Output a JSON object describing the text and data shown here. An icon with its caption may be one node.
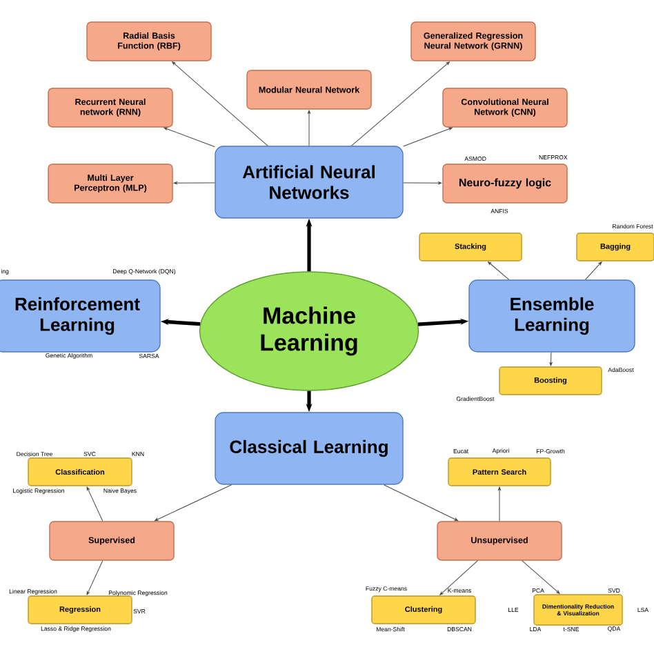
{
  "diagram": {
    "nodes": [
      {
        "text": [
          "Machine Learning"
        ]
      },
      {
        "text": [
          "Artificial Neural Networks"
        ]
      },
      {
        "text": [
          "Radial Basis Function (RBF)"
        ]
      },
      {
        "text": [
          "Modular Neural Network"
        ]
      },
      {
        "text": [
          "Generalized Regression Neural Network (GRNN)"
        ]
      },
      {
        "text": [
          "Recurrent Neural network (RNN)"
        ]
      },
      {
        "text": [
          "Convolutional Neural Network (CNN)"
        ]
      },
      {
        "text": [
          "Multi Layer Perceptron (MLP)"
        ]
      },
      {
        "text": [
          "Neuro-fuzzy logic"
        ],
        "beside": [
          "ASMOD",
          "NEFPROX",
          "ANFIS"
        ]
      },
      {
        "text": [
          "Reinforcement Learning"
        ],
        "beside": [
          "ing",
          "Deep Q-Network (DQN)",
          "Genetic Algorithm",
          "SARSA"
        ]
      },
      {
        "text": [
          "Ensemble Learning"
        ]
      },
      {
        "text": [
          "Stacking"
        ]
      },
      {
        "text": [
          "Bagging"
        ],
        "beside": [
          "Random Forest"
        ]
      },
      {
        "text": [
          "Boosting"
        ],
        "beside": [
          "AdaBoost",
          "GradientBoost"
        ]
      },
      {
        "text": [
          "Classical Learning"
        ]
      },
      {
        "text": [
          "Supervised"
        ]
      },
      {
        "text": [
          "Unsupervised"
        ]
      },
      {
        "text": [
          "Classification"
        ],
        "beside": [
          "Decision Tree",
          "SVC",
          "KNN",
          "Logistic Regression",
          "Naive Bayes"
        ]
      },
      {
        "text": [
          "Regression"
        ],
        "beside": [
          "Linear Regression",
          "Polynomic Regression",
          "SVR",
          "Lasso & Ridge Regression"
        ]
      },
      {
        "text": [
          "Pattern Search"
        ],
        "beside": [
          "Eucat",
          "Apriori",
          "FP-Growth"
        ]
      },
      {
        "text": [
          "Clustering"
        ],
        "beside": [
          "Fuzzy C-means",
          "K-means",
          "Mean-Shift",
          "DBSCAN"
        ]
      },
      {
        "text": [
          "Dimentionality Reduction & Visualization"
        ],
        "beside": [
          "PCA",
          "SVD",
          "LLE",
          "LSA",
          "LDA",
          "t-SNE",
          "QDA"
        ]
      }
    ],
    "edges": [
      {
        "from": 0,
        "to": 1,
        "arrow": "to",
        "style": "thick"
      },
      {
        "from": 0,
        "to": 9,
        "arrow": "to",
        "style": "thick"
      },
      {
        "from": 0,
        "to": 10,
        "arrow": "to",
        "style": "thick"
      },
      {
        "from": 0,
        "to": 14,
        "arrow": "to",
        "style": "thick"
      },
      {
        "from": 1,
        "to": 2,
        "arrow": "to"
      },
      {
        "from": 1,
        "to": 3,
        "arrow": "to"
      },
      {
        "from": 1,
        "to": 4,
        "arrow": "to"
      },
      {
        "from": 1,
        "to": 5,
        "arrow": "to"
      },
      {
        "from": 1,
        "to": 6,
        "arrow": "to"
      },
      {
        "from": 1,
        "to": 7,
        "arrow": "to"
      },
      {
        "from": 1,
        "to": 8,
        "arrow": "to"
      },
      {
        "from": 10,
        "to": 11,
        "arrow": "to"
      },
      {
        "from": 10,
        "to": 12,
        "arrow": "to"
      },
      {
        "from": 10,
        "to": 13,
        "arrow": "to"
      },
      {
        "from": 14,
        "to": 15,
        "arrow": "to"
      },
      {
        "from": 14,
        "to": 16,
        "arrow": "to"
      },
      {
        "from": 15,
        "to": 17,
        "arrow": "to"
      },
      {
        "from": 15,
        "to": 18,
        "arrow": "to"
      },
      {
        "from": 16,
        "to": 19,
        "arrow": "to"
      },
      {
        "from": 16,
        "to": 20,
        "arrow": "to"
      },
      {
        "from": 16,
        "to": 21,
        "arrow": "to"
      }
    ]
  }
}
